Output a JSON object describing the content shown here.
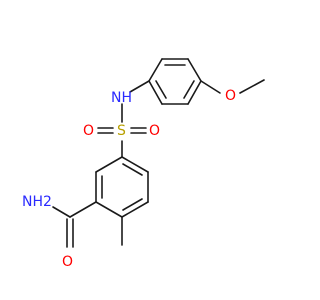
{
  "molecule": {
    "labels": {
      "nh2": "NH2",
      "amide_o": "O",
      "sulfur": "S",
      "sulfonyl_o_left": "O",
      "sulfonyl_o_right": "O",
      "nh": "NH",
      "methoxy_o": "O"
    },
    "colors": {
      "carbon": "#1a1a1a",
      "nitrogen": "#2a2aff",
      "oxygen": "#ff0000",
      "sulfur": "#b8a000"
    }
  }
}
